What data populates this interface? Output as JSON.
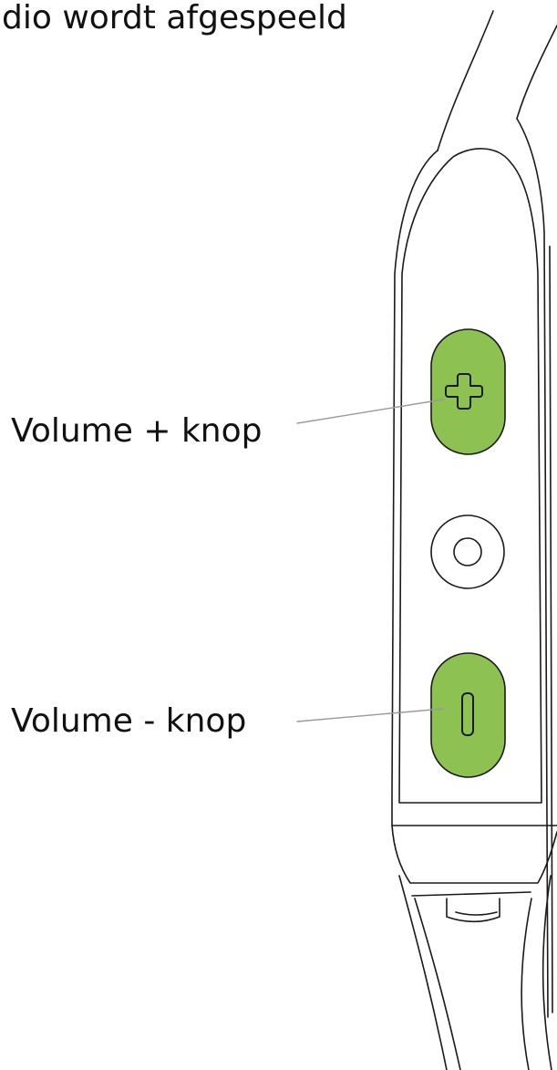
{
  "header": {
    "text": "dio wordt afgespeeld"
  },
  "labels": {
    "volume_plus": "Volume + knop",
    "volume_minus": "Volume - knop"
  },
  "colors": {
    "button_fill": "#8dc152",
    "outline": "#1a1a1a",
    "leader_line": "#9a9a9a",
    "text": "#111111"
  },
  "icons": {
    "plus_button": "plus-icon",
    "center_button": "multifunction-ring-icon",
    "minus_button": "minus-icon"
  }
}
